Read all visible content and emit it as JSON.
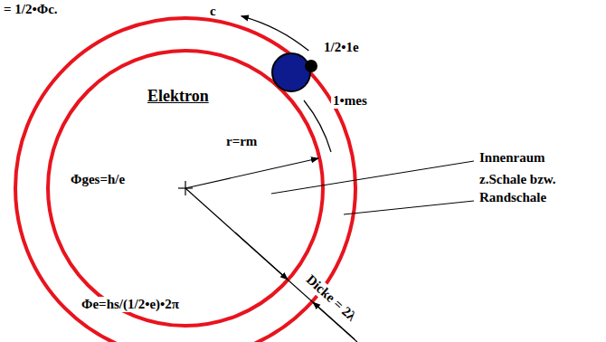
{
  "diagram": {
    "labels": [
      "= 1/2•Φc.",
      "c",
      "1/2•1e",
      "Elektron",
      "1•mes",
      "r=rm",
      "Innenraum",
      "Φges=h/e",
      "z.Schale bzw.",
      "Randschale",
      "Dicke = 2λ",
      "Φe=hs/(1/2•e)•2π"
    ]
  }
}
